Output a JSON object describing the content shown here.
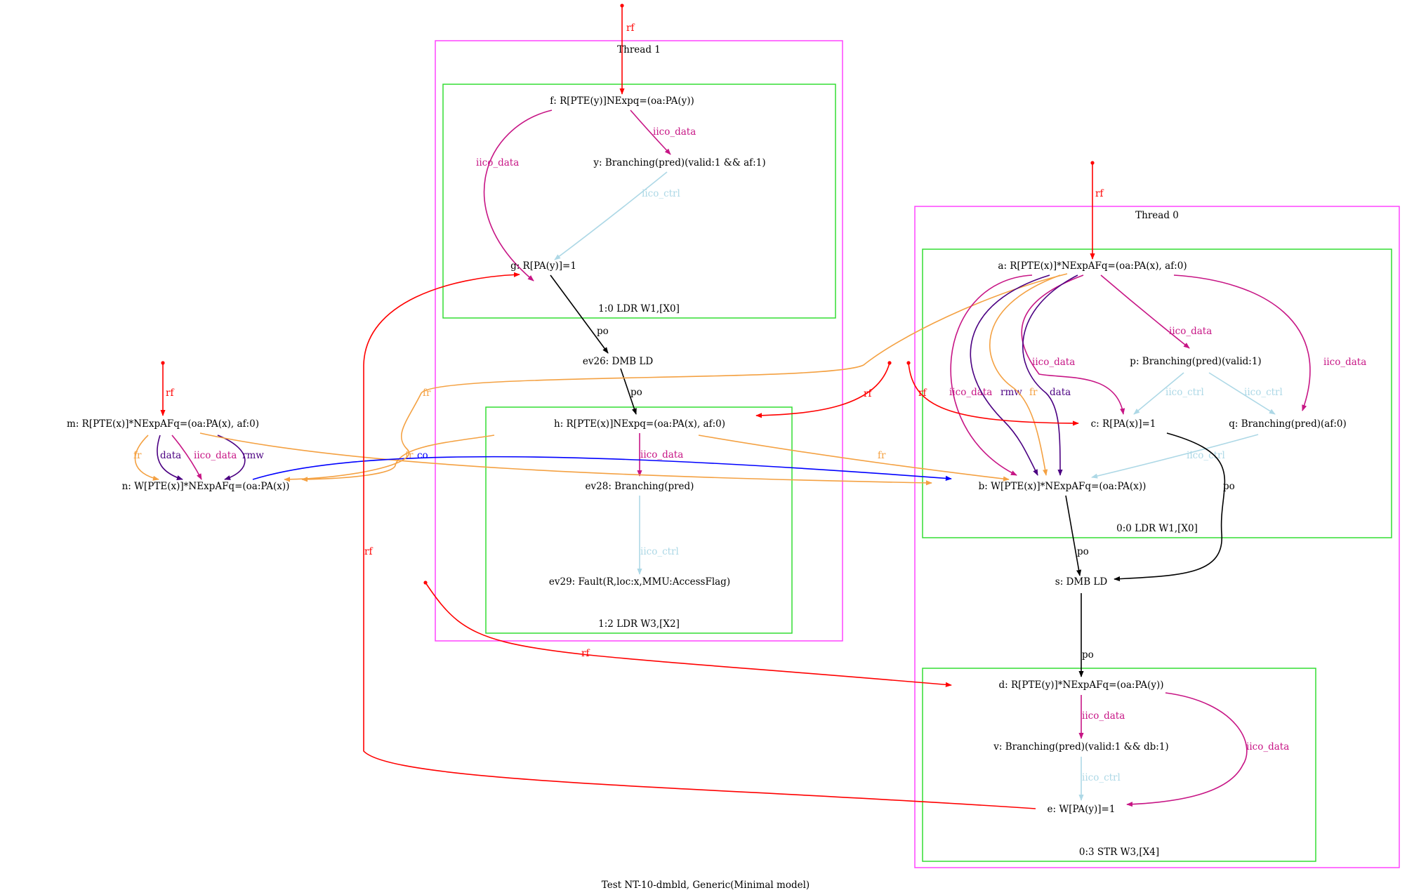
{
  "caption": "Test NT-10-dmbld, Generic(Minimal model)",
  "colors": {
    "rf": "#ff0000",
    "iico_data": "#c71585",
    "iico_ctrl": "#add8e6",
    "po": "#000000",
    "fr": "#f4a142",
    "data": "#4b0082",
    "rmw": "#4b0082",
    "co": "#0000ff",
    "thread_border": "#ff44ff",
    "instr_border": "#33dd33"
  },
  "threads": [
    {
      "id": "thread1",
      "label": "Thread 1"
    },
    {
      "id": "thread0",
      "label": "Thread 0"
    }
  ],
  "instructions": [
    {
      "id": "i10",
      "label": "1:0 LDR W1,[X0]"
    },
    {
      "id": "i12",
      "label": "1:2 LDR W3,[X2]"
    },
    {
      "id": "i00",
      "label": "0:0 LDR W1,[X0]"
    },
    {
      "id": "i03",
      "label": "0:3 STR W3,[X4]"
    }
  ],
  "nodes": {
    "f": "f: R[PTE(y)]NExpq=(oa:PA(y))",
    "y": "y: Branching(pred)(valid:1 && af:1)",
    "g": "g: R[PA(y)]=1",
    "ev26": "ev26: DMB LD",
    "h": "h: R[PTE(x)]NExpq=(oa:PA(x), af:0)",
    "ev28": "ev28: Branching(pred)",
    "ev29": "ev29: Fault(R,loc:x,MMU:AccessFlag)",
    "m": "m: R[PTE(x)]*NExpAFq=(oa:PA(x), af:0)",
    "n": "n: W[PTE(x)]*NExpAFq=(oa:PA(x))",
    "a": "a: R[PTE(x)]*NExpAFq=(oa:PA(x), af:0)",
    "p": "p: Branching(pred)(valid:1)",
    "c": "c: R[PA(x)]=1",
    "q": "q: Branching(pred)(af:0)",
    "b": "b: W[PTE(x)]*NExpAFq=(oa:PA(x))",
    "s": "s: DMB LD",
    "d": "d: R[PTE(y)]*NExpAFq=(oa:PA(y))",
    "v": "v: Branching(pred)(valid:1 && db:1)",
    "e": "e: W[PA(y)]=1"
  },
  "edges": [
    {
      "id": "rf-init-f",
      "type": "rf",
      "label": "rf"
    },
    {
      "id": "f-y",
      "type": "iico_data",
      "label": "iico_data"
    },
    {
      "id": "f-g",
      "type": "iico_data",
      "label": "iico_data"
    },
    {
      "id": "y-g",
      "type": "iico_ctrl",
      "label": "iico_ctrl"
    },
    {
      "id": "g-ev26",
      "type": "po",
      "label": "po"
    },
    {
      "id": "ev26-h",
      "type": "po",
      "label": "po"
    },
    {
      "id": "h-ev28",
      "type": "iico_data",
      "label": "iico_data"
    },
    {
      "id": "ev28-ev29",
      "type": "iico_ctrl",
      "label": "iico_ctrl"
    },
    {
      "id": "rf-init-h",
      "type": "rf",
      "label": "rf"
    },
    {
      "id": "h-n",
      "type": "fr",
      "label": "fr"
    },
    {
      "id": "h-b",
      "type": "fr",
      "label": "fr"
    },
    {
      "id": "rf-init-m",
      "type": "rf",
      "label": "rf"
    },
    {
      "id": "m-n-fr",
      "type": "fr",
      "label": "fr"
    },
    {
      "id": "m-n-data",
      "type": "data",
      "label": "data"
    },
    {
      "id": "m-n-iico",
      "type": "iico_data",
      "label": "iico_data"
    },
    {
      "id": "m-n-rmw",
      "type": "rmw",
      "label": "rmw"
    },
    {
      "id": "m-b",
      "type": "fr",
      "label": "fr"
    },
    {
      "id": "n-b",
      "type": "co",
      "label": "co"
    },
    {
      "id": "a-n",
      "type": "fr",
      "label": "fr"
    },
    {
      "id": "rf-init-a",
      "type": "rf",
      "label": "rf"
    },
    {
      "id": "a-p",
      "type": "iico_data",
      "label": "iico_data"
    },
    {
      "id": "a-q",
      "type": "iico_data",
      "label": "iico_data"
    },
    {
      "id": "a-c",
      "type": "iico_data",
      "label": "iico_data"
    },
    {
      "id": "a-b-iico",
      "type": "iico_data",
      "label": "iico_data"
    },
    {
      "id": "a-b-rmw",
      "type": "rmw",
      "label": "rmw"
    },
    {
      "id": "a-b-fr",
      "type": "fr",
      "label": "fr"
    },
    {
      "id": "a-b-data",
      "type": "data",
      "label": "data"
    },
    {
      "id": "p-c",
      "type": "iico_ctrl",
      "label": "iico_ctrl"
    },
    {
      "id": "p-q",
      "type": "iico_ctrl",
      "label": "iico_ctrl"
    },
    {
      "id": "q-b",
      "type": "iico_ctrl",
      "label": "iico_ctrl"
    },
    {
      "id": "rf-init-c",
      "type": "rf",
      "label": "rf"
    },
    {
      "id": "b-s",
      "type": "po",
      "label": "po"
    },
    {
      "id": "c-s",
      "type": "po",
      "label": "po"
    },
    {
      "id": "s-d",
      "type": "po",
      "label": "po"
    },
    {
      "id": "rf-init-d",
      "type": "rf",
      "label": "rf"
    },
    {
      "id": "d-v",
      "type": "iico_data",
      "label": "iico_data"
    },
    {
      "id": "d-e",
      "type": "iico_data",
      "label": "iico_data"
    },
    {
      "id": "v-e",
      "type": "iico_ctrl",
      "label": "iico_ctrl"
    },
    {
      "id": "e-g",
      "type": "rf",
      "label": "rf"
    }
  ]
}
